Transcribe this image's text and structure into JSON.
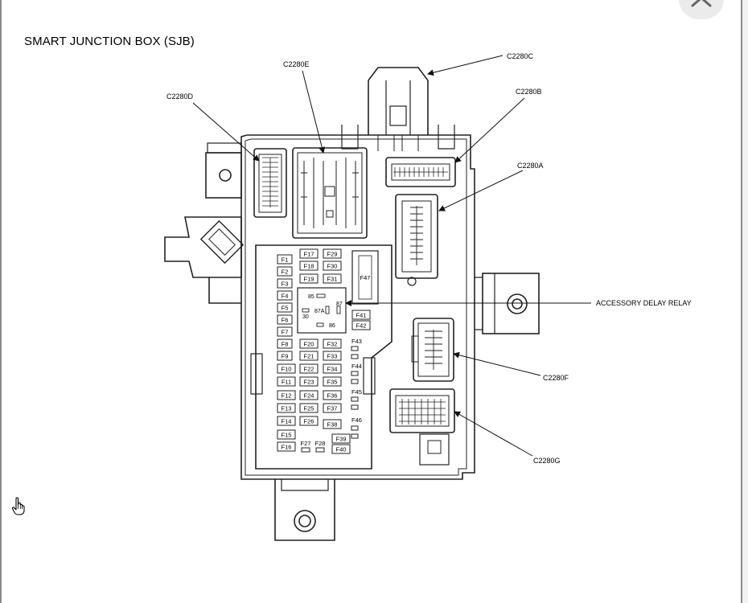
{
  "title": "SMART JUNCTION BOX (SJB)",
  "icons": {
    "close": "close-icon",
    "cursor": "hand-pointer-icon"
  },
  "colors": {
    "line": "#222222",
    "background": "#ffffff",
    "frame": "#8a8a8a"
  },
  "connectors": {
    "c2280a": "C2280A",
    "c2280b": "C2280B",
    "c2280c": "C2280C",
    "c2280d": "C2280D",
    "c2280e": "C2280E",
    "c2280f": "C2280F",
    "c2280g": "C2280G"
  },
  "relay_label": "ACCESSORY DELAY RELAY",
  "relay_pins": {
    "p85": "85",
    "p87": "87",
    "p87a": "87A",
    "p30": "30",
    "p86": "86"
  },
  "fuses": {
    "f1": "F1",
    "f2": "F2",
    "f3": "F3",
    "f4": "F4",
    "f5": "F5",
    "f6": "F6",
    "f7": "F7",
    "f8": "F8",
    "f9": "F9",
    "f10": "F10",
    "f11": "F11",
    "f12": "F12",
    "f13": "F13",
    "f14": "F14",
    "f15": "F15",
    "f16": "F16",
    "f17": "F17",
    "f18": "F18",
    "f19": "F19",
    "f20": "F20",
    "f21": "F21",
    "f22": "F22",
    "f23": "F23",
    "f24": "F24",
    "f25": "F25",
    "f26": "F26",
    "f27": "F27",
    "f28": "F28",
    "f29": "F29",
    "f30": "F30",
    "f31": "F31",
    "f32": "F32",
    "f33": "F33",
    "f34": "F34",
    "f35": "F35",
    "f36": "F36",
    "f37": "F37",
    "f38": "F38",
    "f39": "F39",
    "f40": "F40",
    "f41": "F41",
    "f42": "F42",
    "f43": "F43",
    "f44": "F44",
    "f45": "F45",
    "f46": "F46",
    "f47": "F47"
  }
}
